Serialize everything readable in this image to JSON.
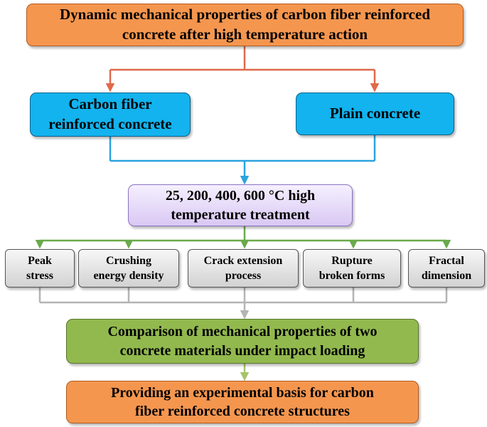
{
  "diagram": {
    "title_box": "Dynamic mechanical properties of carbon fiber reinforced\nconcrete after high temperature action",
    "material_cfrc": "Carbon fiber\nreinforced concrete",
    "material_plain": "Plain concrete",
    "treatment": "25, 200, 400, 600 °C high\ntemperature treatment",
    "indicators": [
      {
        "label": "Peak\nstress"
      },
      {
        "label": "Crushing\nenergy density"
      },
      {
        "label": "Crack extension\nprocess"
      },
      {
        "label": "Rupture\nbroken forms"
      },
      {
        "label": "Fractal\ndimension"
      }
    ],
    "comparison": "Comparison of mechanical properties of two\nconcrete materials under impact loading",
    "conclusion": "Providing an experimental basis for carbon\nfiber reinforced concrete structures"
  },
  "colors": {
    "orange_fill": "#f5964f",
    "orange_line": "#e0694a",
    "blue_fill": "#12b3ee",
    "blue_line": "#2aa3e0",
    "purple_fill": "#e6dbfa",
    "green_fill": "#92b94e",
    "green_line": "#6aaa4a",
    "gray_line": "#b4b4b4"
  }
}
